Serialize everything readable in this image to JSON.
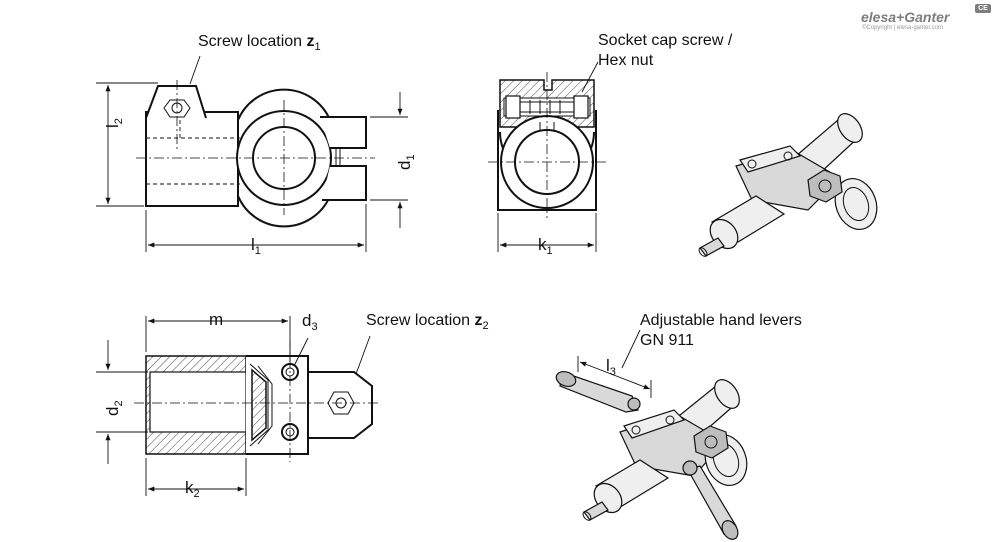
{
  "brand": {
    "name": "elesa+Ganter",
    "copyright": "©Copyright | elesa-ganter.com",
    "badge": "CE"
  },
  "labels": {
    "screw_location_z1": {
      "text": "Screw location ",
      "bold": "z",
      "sub": "1"
    },
    "socket_cap_line1": "Socket cap screw /",
    "socket_cap_line2": "Hex nut",
    "screw_location_z2": {
      "text": "Screw location ",
      "bold": "z",
      "sub": "2"
    },
    "hand_levers_line1": "Adjustable hand levers",
    "hand_levers_line2": "GN 911"
  },
  "dimensions": {
    "l2": {
      "main": "l",
      "sub": "2"
    },
    "d1": {
      "main": "d",
      "sub": "1"
    },
    "l1": {
      "main": "l",
      "sub": "1"
    },
    "k1": {
      "main": "k",
      "sub": "1"
    },
    "m": {
      "main": "m",
      "sub": ""
    },
    "d3": {
      "main": "d",
      "sub": "3"
    },
    "d2": {
      "main": "d",
      "sub": "2"
    },
    "k2": {
      "main": "k",
      "sub": "2"
    },
    "l3": {
      "main": "l",
      "sub": "3"
    }
  }
}
